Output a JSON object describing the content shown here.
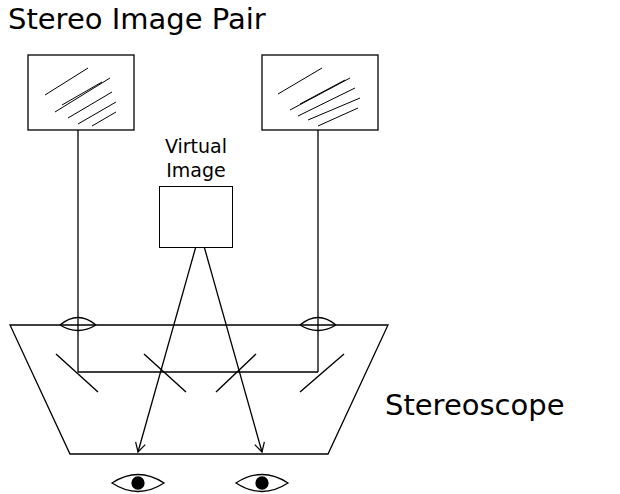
{
  "diagram": {
    "title": "Stereo Image Pair",
    "nodes": [
      {
        "text": [
          "Virtual Image"
        ]
      }
    ],
    "labels": [
      "Stereoscope"
    ]
  }
}
